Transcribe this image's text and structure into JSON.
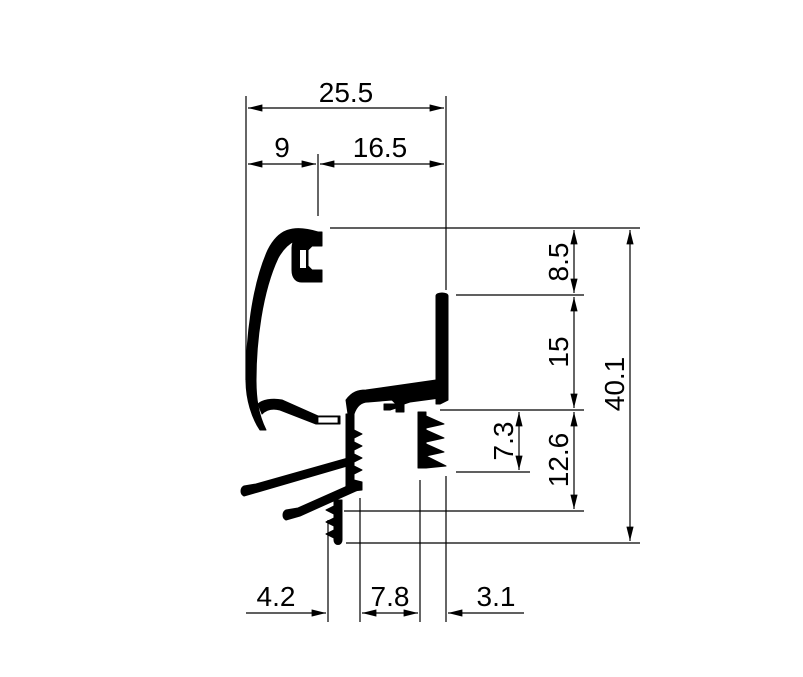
{
  "dimensions": {
    "overall_width": "25.5",
    "left_offset": "9",
    "right_width": "16.5",
    "top_gap": "8.5",
    "middle_height": "15",
    "tooth_height": "7.3",
    "lower_height": "12.6",
    "overall_height": "40.1",
    "bottom_left": "4.2",
    "bottom_middle": "7.8",
    "bottom_right": "3.1"
  }
}
